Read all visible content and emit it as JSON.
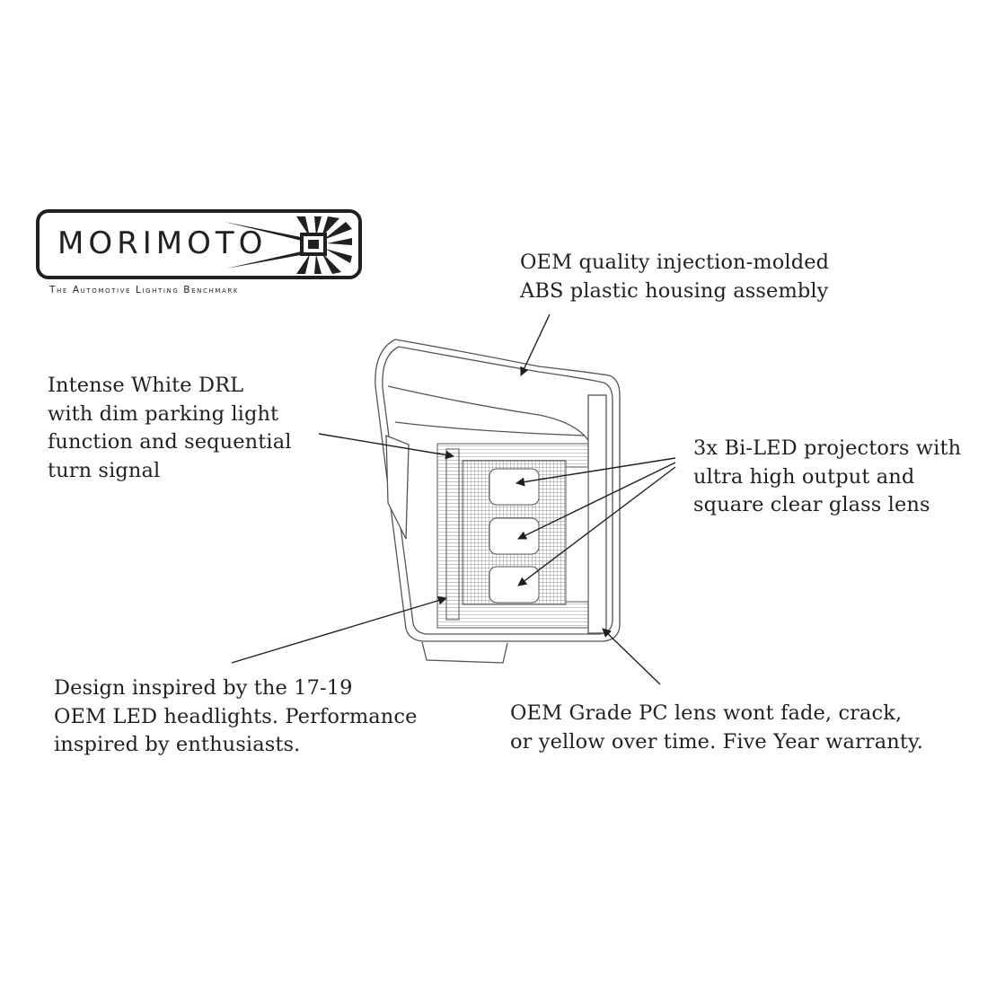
{
  "logo": {
    "wordmark": "MORIMOTO",
    "tagline": "The Automotive Lighting Benchmark"
  },
  "callouts": {
    "housing": {
      "lines": [
        "OEM quality injection-molded",
        "ABS plastic housing assembly"
      ]
    },
    "drl": {
      "lines": [
        "Intense White DRL",
        "with dim parking light",
        "function and sequential",
        "turn signal"
      ]
    },
    "projectors": {
      "lines": [
        "3x Bi-LED projectors with",
        "ultra high output and",
        "square clear glass lens"
      ]
    },
    "design": {
      "lines": [
        "Design inspired by the 17-19",
        "OEM LED headlights. Performance",
        "inspired by enthusiasts."
      ]
    },
    "lens": {
      "lines": [
        "OEM Grade PC lens wont fade, crack,",
        "or yellow over time. Five Year warranty."
      ]
    }
  },
  "colors": {
    "ink": "#231f20",
    "background": "#ffffff"
  }
}
